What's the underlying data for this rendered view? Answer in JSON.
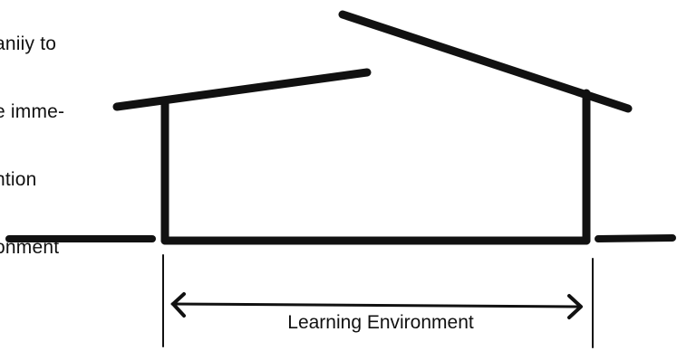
{
  "cutoff_text": {
    "lines": [
      "aniiy to",
      "e imme-",
      "ntion",
      "onment"
    ]
  },
  "diagram": {
    "label": "Learning Environment",
    "ink_color": "#111111"
  }
}
